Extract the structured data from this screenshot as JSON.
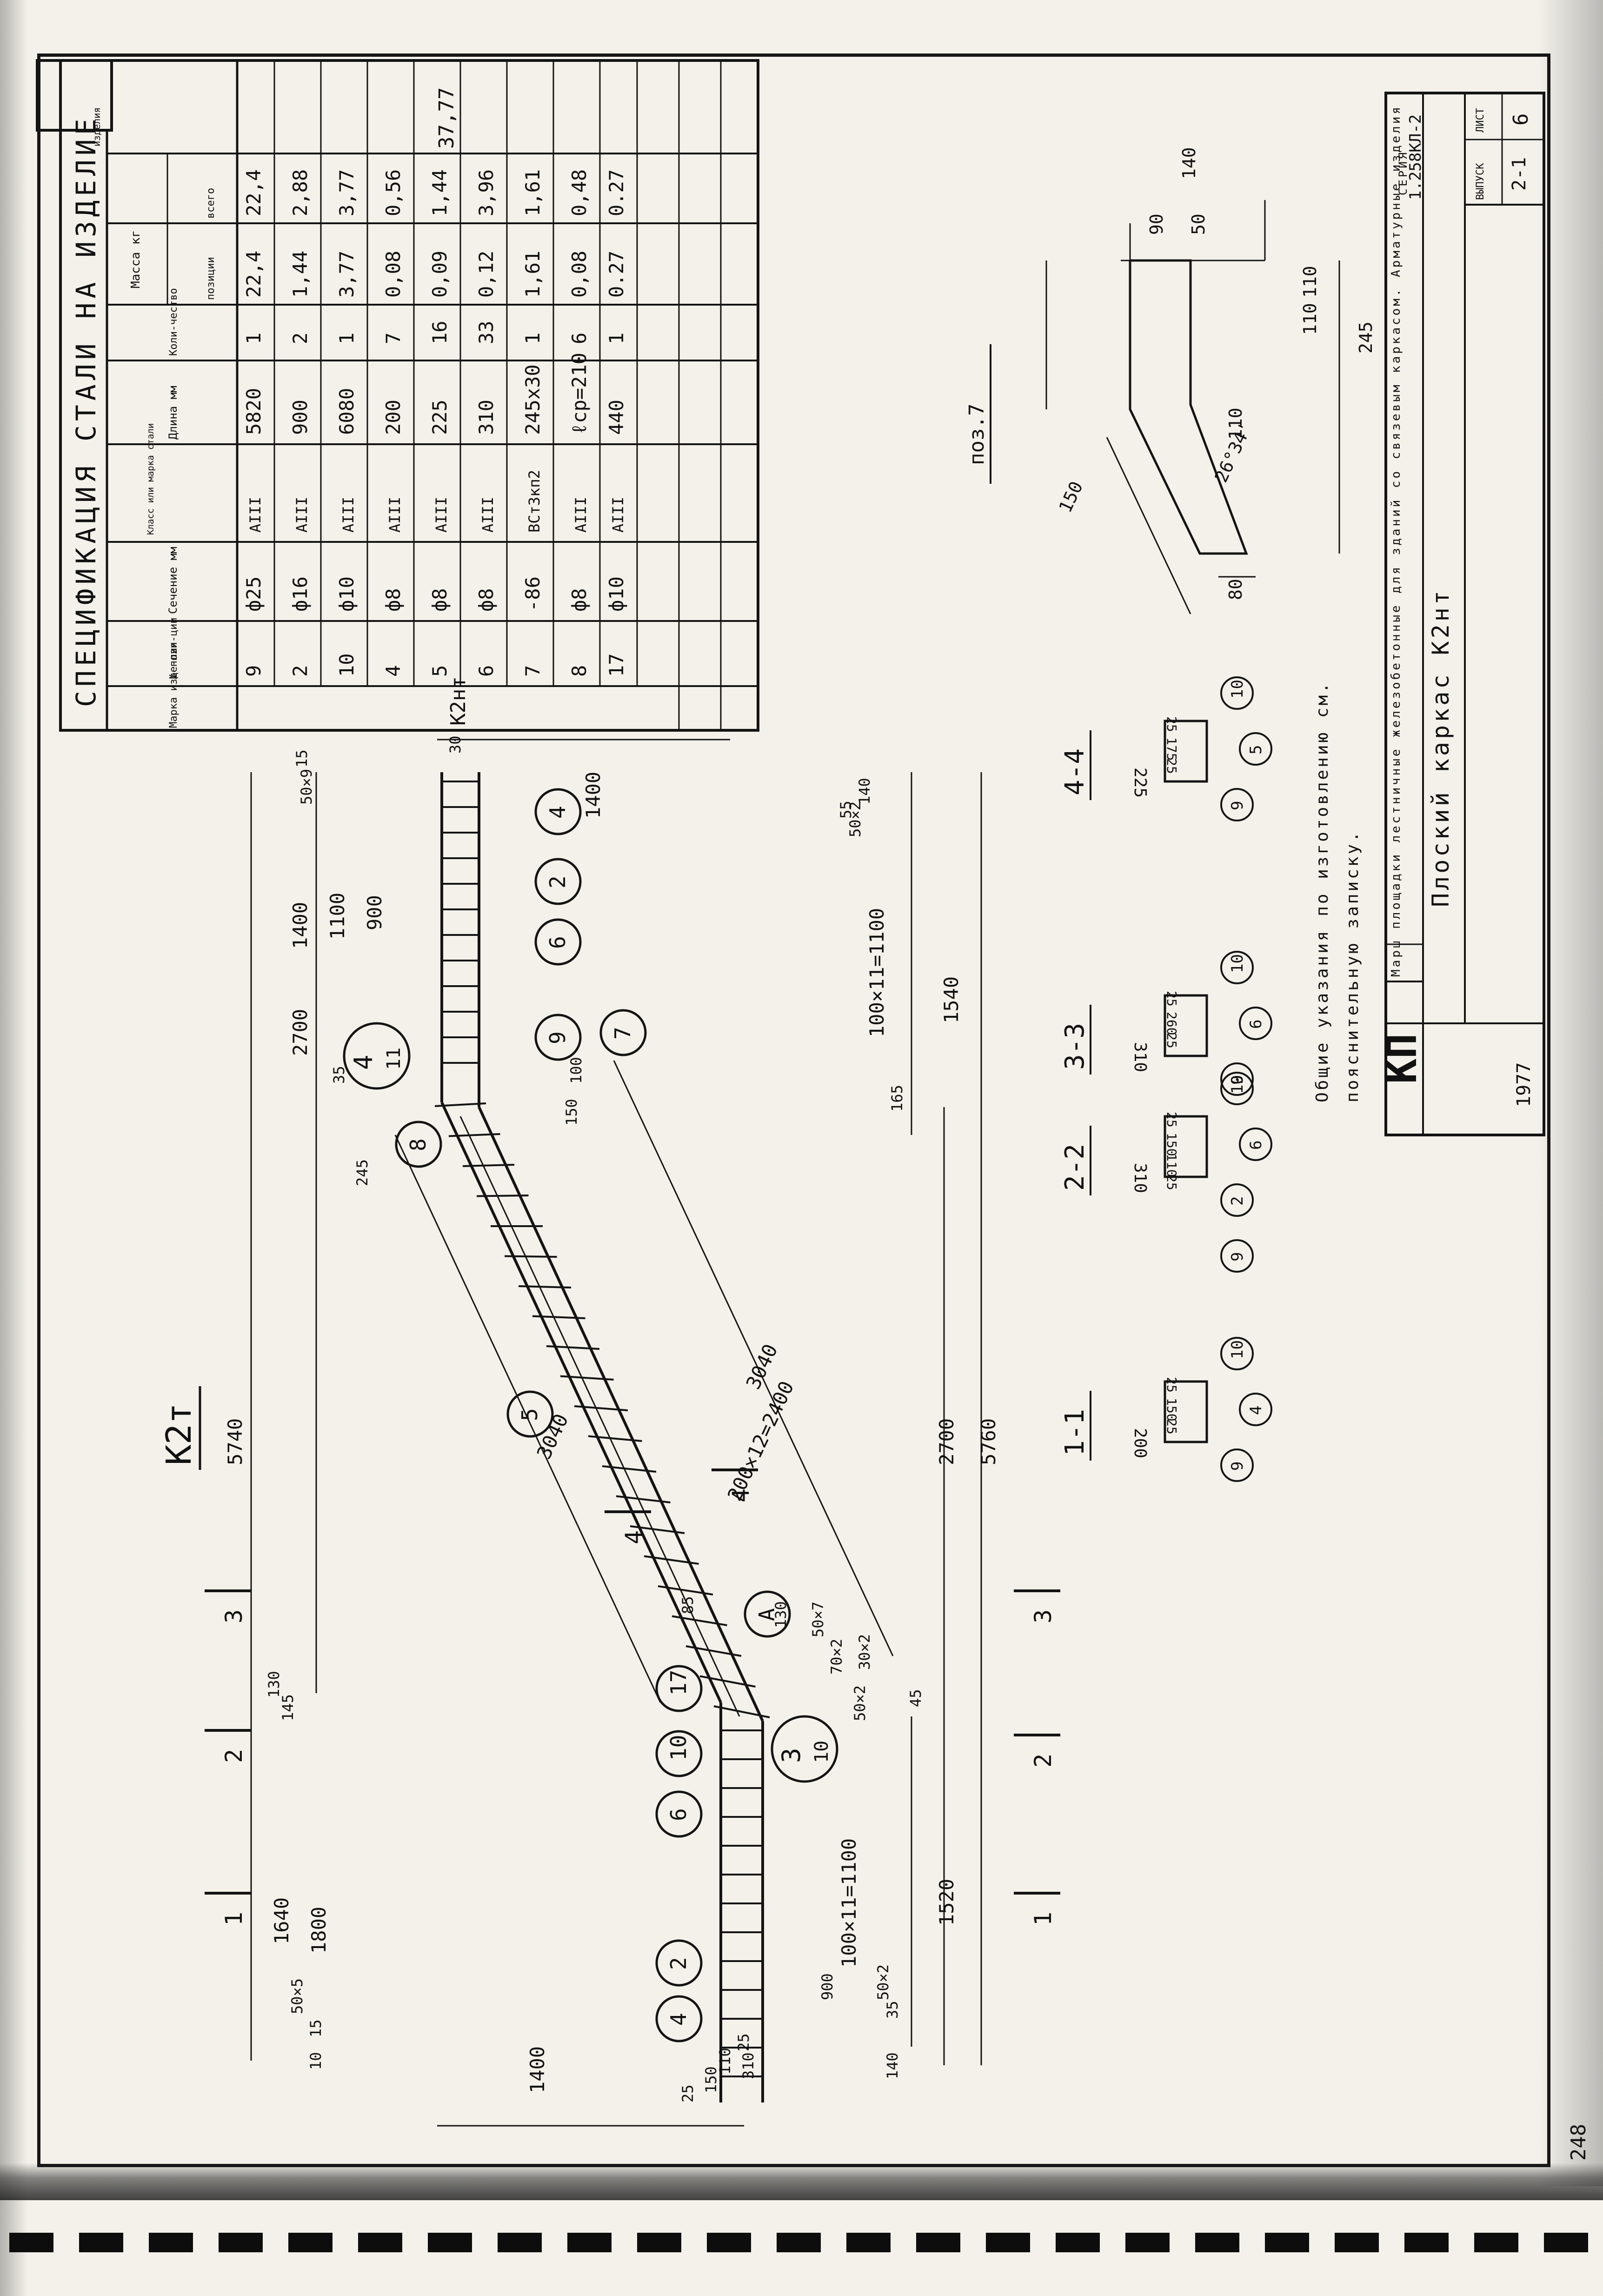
{
  "drawing": {
    "title": "К2т",
    "sheet_number": "248"
  },
  "spec_table": {
    "heading": "СПЕЦИФИКАЦИЯ СТАЛИ НА ИЗДЕЛИЕ",
    "headers": {
      "mark": "Марка изде-лия",
      "pos": "№ пози-ции",
      "section": "Сечение мм",
      "steel_class": "Класс или марка стали",
      "length": "Длина мм",
      "qty": "Коли-чество",
      "mass": "Масса кг",
      "mass_pos": "позиции",
      "mass_all": "всего",
      "mass_item": "изделия"
    },
    "mark_value": "К2нт",
    "item_total": "37,77",
    "rows": [
      {
        "pos": "9",
        "section": "ф25",
        "cls": "АIII",
        "len": "5820",
        "qty": "1",
        "m_pos": "22,4",
        "m_all": "22,4"
      },
      {
        "pos": "2",
        "section": "ф16",
        "cls": "АIII",
        "len": "900",
        "qty": "2",
        "m_pos": "1,44",
        "m_all": "2,88"
      },
      {
        "pos": "10",
        "section": "ф10",
        "cls": "АIII",
        "len": "6080",
        "qty": "1",
        "m_pos": "3,77",
        "m_all": "3,77"
      },
      {
        "pos": "4",
        "section": "ф8",
        "cls": "АIII",
        "len": "200",
        "qty": "7",
        "m_pos": "0,08",
        "m_all": "0,56"
      },
      {
        "pos": "5",
        "section": "ф8",
        "cls": "АIII",
        "len": "225",
        "qty": "16",
        "m_pos": "0,09",
        "m_all": "1,44"
      },
      {
        "pos": "6",
        "section": "ф8",
        "cls": "АIII",
        "len": "310",
        "qty": "33",
        "m_pos": "0,12",
        "m_all": "3,96"
      },
      {
        "pos": "7",
        "section": "-86",
        "cls": "ВСт3кп2",
        "len": "245х30",
        "qty": "1",
        "m_pos": "1,61",
        "m_all": "1,61"
      },
      {
        "pos": "8",
        "section": "ф8",
        "cls": "АIII",
        "len": "ℓср=210",
        "qty": "6",
        "m_pos": "0,08",
        "m_all": "0,48"
      },
      {
        "pos": "17",
        "section": "ф10",
        "cls": "АIII",
        "len": "440",
        "qty": "1",
        "m_pos": "0.27",
        "m_all": "0.27"
      }
    ]
  },
  "title_block": {
    "kp": "КП",
    "description": "Марш площадки лестничные железобетонные для зданий со связевым каркасом. Арматурные изделия",
    "series_label": "СЕРИЯ",
    "series_value": "1.258КЛ-2",
    "issue_label": "ВЫПУСК",
    "issue_value": "2-1",
    "sheet_label": "ЛИСТ",
    "sheet_value": "6",
    "year": "1977",
    "name": "Плоский каркас К2нт"
  },
  "notes": {
    "line1": "Общие указания по изготовлению см.",
    "line2": "пояснительную записку."
  },
  "pos7": {
    "title": "поз.7",
    "dims": [
      "140",
      "90",
      "50",
      "110",
      "110",
      "245",
      "26°34'",
      "110",
      "150",
      "80"
    ]
  },
  "sections": [
    {
      "label": "1-1",
      "width": "200",
      "sub": [
        "25",
        "150",
        "25"
      ],
      "bars": [
        "10",
        "4",
        "9"
      ]
    },
    {
      "label": "2-2",
      "width": "310",
      "sub": [
        "25",
        "150",
        "110",
        "25"
      ],
      "bars": [
        "10",
        "6",
        "2",
        "9"
      ]
    },
    {
      "label": "3-3",
      "width": "310",
      "sub": [
        "25",
        "260",
        "25"
      ],
      "bars": [
        "10",
        "6",
        "9"
      ]
    },
    {
      "label": "4-4",
      "width": "225",
      "sub": [
        "25",
        "175",
        "25"
      ],
      "bars": [
        "10",
        "5",
        "9"
      ]
    }
  ],
  "main_dims": {
    "overall": "5740",
    "top_left": "2700",
    "top_right": "1400",
    "right_900": "900",
    "right_1100": "1100",
    "left_1640": "1640",
    "left_1800": "1800",
    "bottom_2700": "2700",
    "bottom_5760": "5760",
    "bottom_1540": "1540",
    "bottom_1520": "1520",
    "stirrup_top": "100×11=1100",
    "stirrup_bottom": "100×11=1100",
    "incline": "200×12=2400",
    "len_3040a": "3040",
    "len_3040b": "3040",
    "width_1400": "1400",
    "width_1400b": "1400",
    "small": [
      "15",
      "50×9",
      "30",
      "140",
      "55",
      "50×2",
      "35",
      "165",
      "245",
      "150",
      "100",
      "130",
      "145",
      "45",
      "50×2",
      "30×2",
      "50×5",
      "15",
      "10",
      "140",
      "35",
      "50×2",
      "25",
      "150",
      "110",
      "25",
      "310",
      "85",
      "130",
      "50×7",
      "70×2",
      "900"
    ],
    "node_label_top": "4",
    "node_sub_top": "11",
    "node_label_bottom": "3",
    "node_sub_bottom": "10",
    "callouts": [
      "4",
      "2",
      "6",
      "9",
      "8",
      "7",
      "5",
      "17",
      "A",
      "10",
      "6",
      "2",
      "4"
    ],
    "cut_marks": [
      "1",
      "2",
      "3",
      "1",
      "2",
      "3",
      "4",
      "4"
    ]
  }
}
